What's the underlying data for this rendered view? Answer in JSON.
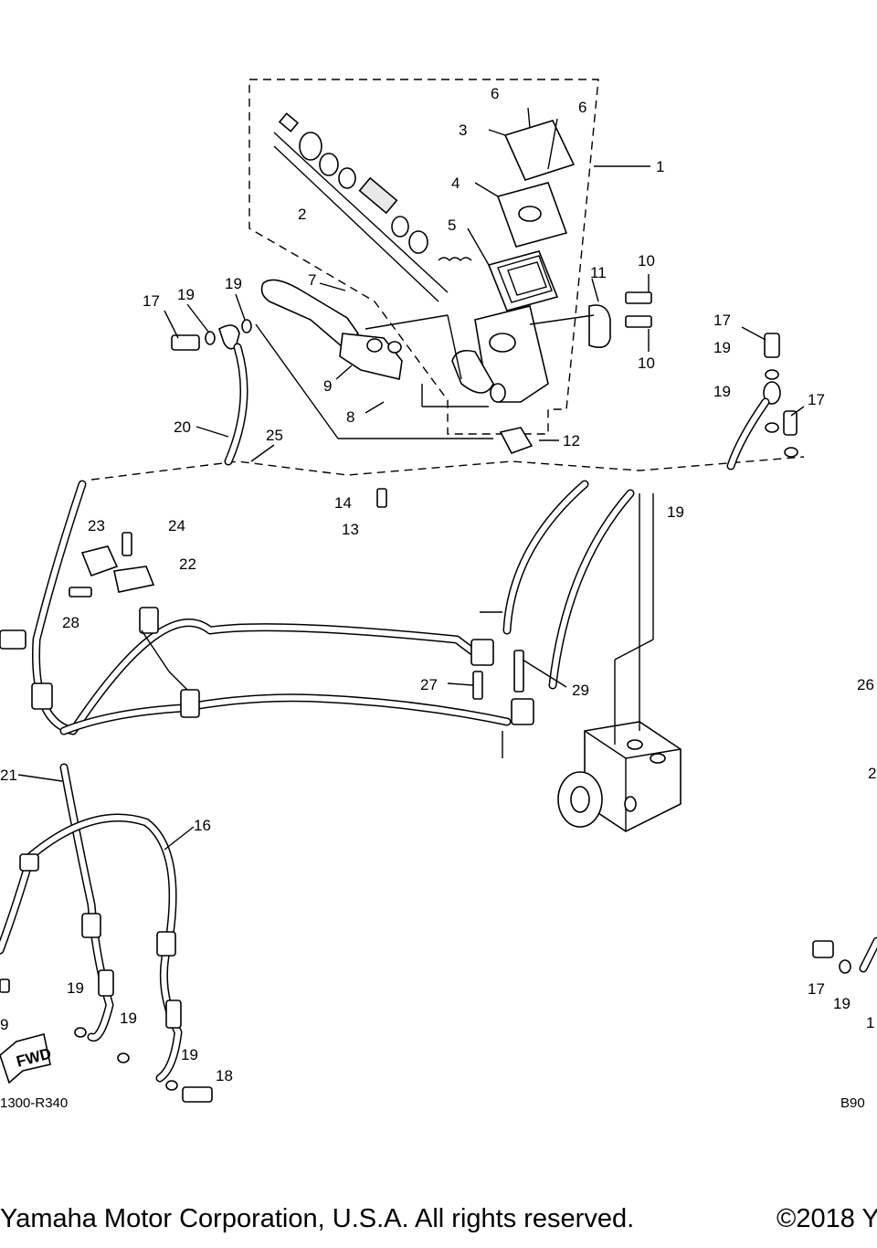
{
  "callouts": [
    {
      "label": "1"
    },
    {
      "label": "2"
    },
    {
      "label": "3"
    },
    {
      "label": "4"
    },
    {
      "label": "5"
    },
    {
      "label": "6"
    },
    {
      "label": "6"
    },
    {
      "label": "7"
    },
    {
      "label": "8"
    },
    {
      "label": "9"
    },
    {
      "label": "10"
    },
    {
      "label": "10"
    },
    {
      "label": "11"
    },
    {
      "label": "12"
    },
    {
      "label": "13"
    },
    {
      "label": "14"
    },
    {
      "label": "16"
    },
    {
      "label": "17"
    },
    {
      "label": "17"
    },
    {
      "label": "17"
    },
    {
      "label": "17"
    },
    {
      "label": "18"
    },
    {
      "label": "19"
    },
    {
      "label": "19"
    },
    {
      "label": "19"
    },
    {
      "label": "19"
    },
    {
      "label": "19"
    },
    {
      "label": "19"
    },
    {
      "label": "19"
    },
    {
      "label": "19"
    },
    {
      "label": "19"
    },
    {
      "label": "20"
    },
    {
      "label": "21"
    },
    {
      "label": "22"
    },
    {
      "label": "23"
    },
    {
      "label": "24"
    },
    {
      "label": "25"
    },
    {
      "label": "26"
    },
    {
      "label": "27"
    },
    {
      "label": "28"
    },
    {
      "label": "29"
    },
    {
      "label": "9"
    },
    {
      "label": "2"
    },
    {
      "label": "1"
    }
  ],
  "fwd_label": "FWD",
  "diagram_code_left": "1300-R340",
  "diagram_code_right": "B90",
  "footer_left": "Yamaha Motor Corporation, U.S.A. All rights reserved.",
  "footer_right": "©2018 Y"
}
